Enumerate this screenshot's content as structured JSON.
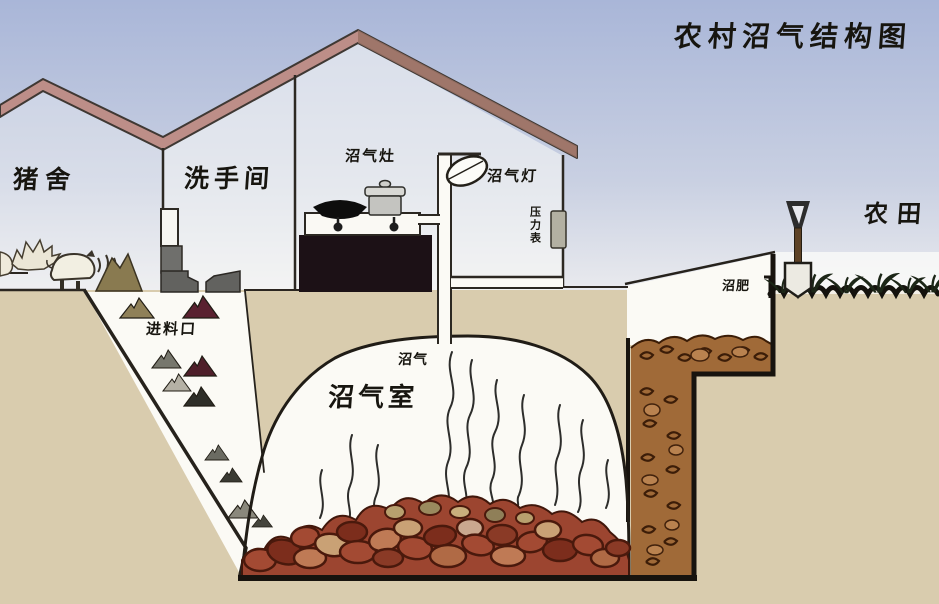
{
  "title": "农村沼气结构图",
  "labels": {
    "pigsty": "猪舍",
    "washroom": "洗手间",
    "biogas_stove": "沼气灶",
    "biogas_lamp": "沼气灯",
    "pressure_gauge": "压力表",
    "farmland": "农田",
    "biogas_fertilizer": "沼肥",
    "feed_inlet": "进料口",
    "biogas": "沼气",
    "biogas_chamber": "沼气室"
  },
  "colors": {
    "sky_top": "#a9b6d8",
    "sky_mid": "#c9d0e2",
    "sky_bottom": "#e9eaee",
    "ground": "#d9ccae",
    "roof_pink": "#bd8e88",
    "roof_dark": "#9a7265",
    "outline": "#2b2620",
    "excavation_white": "#fbfaf5",
    "rock_red": "#a34a33",
    "rock_maroon": "#7c2d1c",
    "rock_tan": "#c9a175",
    "slurry_brown": "#a06a38",
    "cabinet_black": "#1c1116",
    "toilet_gray": "#63625f",
    "label_ink": "#17150f"
  }
}
